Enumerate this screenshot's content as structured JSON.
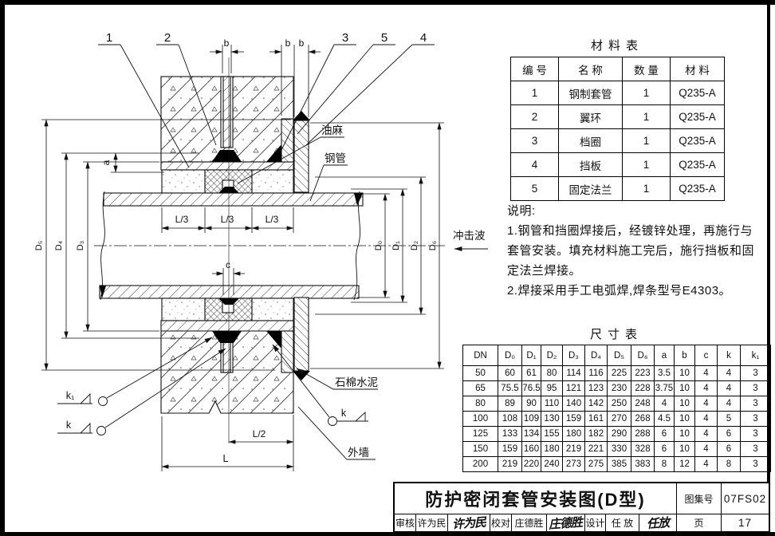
{
  "material_table": {
    "title": "材料表",
    "headers": [
      "编 号",
      "名 称",
      "数 量",
      "材 料"
    ],
    "rows": [
      [
        "1",
        "钢制套管",
        "1",
        "Q235-A"
      ],
      [
        "2",
        "翼环",
        "1",
        "Q235-A"
      ],
      [
        "3",
        "档圈",
        "1",
        "Q235-A"
      ],
      [
        "4",
        "挡板",
        "1",
        "Q235-A"
      ],
      [
        "5",
        "固定法兰",
        "1",
        "Q235-A"
      ]
    ]
  },
  "notes": {
    "heading": "说明:",
    "line1": "1.钢管和挡圈焊接后，经镀锌处理，再施行与",
    "line2": "套管安装。填充材料施工完后，施行挡板和固",
    "line3": "定法兰焊接。",
    "line4": "2.焊接采用手工电弧焊,焊条型号E4303。"
  },
  "dim_table": {
    "title": "尺寸表",
    "headers": [
      "DN",
      "D₀",
      "D₁",
      "D₂",
      "D₃",
      "D₄",
      "D₅",
      "D₆",
      "a",
      "b",
      "c",
      "k",
      "k₁"
    ],
    "rows": [
      [
        "50",
        "60",
        "61",
        "80",
        "114",
        "116",
        "225",
        "223",
        "3.5",
        "10",
        "4",
        "4",
        "3"
      ],
      [
        "65",
        "75.5",
        "76.5",
        "95",
        "121",
        "123",
        "230",
        "228",
        "3.75",
        "10",
        "4",
        "4",
        "3"
      ],
      [
        "80",
        "89",
        "90",
        "110",
        "140",
        "142",
        "250",
        "248",
        "4",
        "10",
        "4",
        "4",
        "3"
      ],
      [
        "100",
        "108",
        "109",
        "130",
        "159",
        "161",
        "270",
        "268",
        "4.5",
        "10",
        "4",
        "5",
        "3"
      ],
      [
        "125",
        "133",
        "134",
        "155",
        "180",
        "182",
        "290",
        "288",
        "6",
        "10",
        "4",
        "6",
        "3"
      ],
      [
        "150",
        "159",
        "160",
        "180",
        "219",
        "221",
        "330",
        "328",
        "6",
        "10",
        "4",
        "6",
        "3"
      ],
      [
        "200",
        "219",
        "220",
        "240",
        "273",
        "275",
        "385",
        "383",
        "8",
        "12",
        "4",
        "8",
        "3"
      ]
    ]
  },
  "title_block": {
    "title": "防护密闭套管安装图(D型)",
    "atlas_label": "图集号",
    "atlas_no": "07FS02",
    "page_label": "页",
    "page_no": "17",
    "review_label": "审核",
    "reviewer": "许为民",
    "reviewer_sig": "许为民",
    "proof_label": "校对",
    "proofreader": "庄德胜",
    "proofreader_sig": "庄德胜",
    "design_label": "设计",
    "designer": "任 放",
    "designer_sig": "任放"
  },
  "drawing": {
    "callouts": {
      "c1": "1",
      "c2": "2",
      "c3": "3",
      "c5": "5",
      "c4": "4"
    },
    "dims": {
      "b": "b",
      "a": "a",
      "c": "c",
      "l3": "L/3",
      "l2": "L/2",
      "l": "L",
      "d0": "D₀",
      "d1": "D₁",
      "d2": "D₂",
      "d3": "D₃",
      "d4": "D₄",
      "d5": "D₅",
      "d6": "D₆"
    },
    "welds": {
      "k": "k",
      "k1": "k₁"
    },
    "labels": {
      "oakum": "油麻",
      "steel_pipe": "钢管",
      "shock_wave": "冲击波",
      "asbestos_cement": "石棉水泥",
      "exterior_wall": "外墙"
    }
  }
}
